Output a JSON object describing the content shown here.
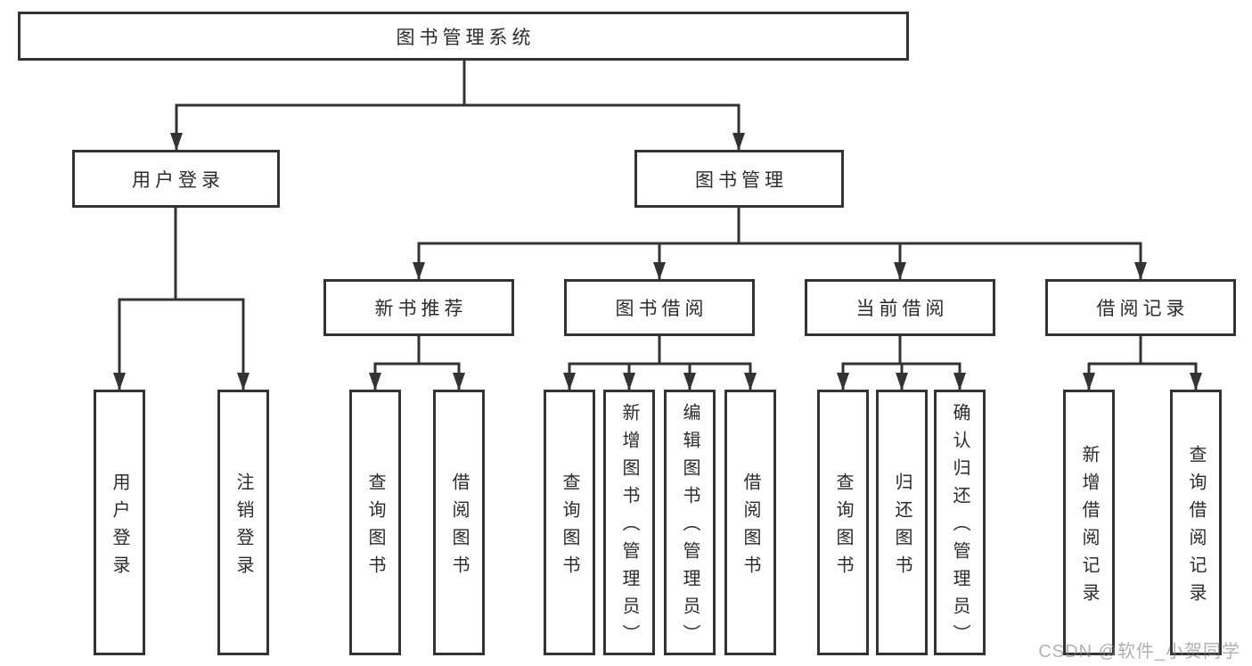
{
  "diagram": {
    "root": {
      "label": "图书管理系统"
    },
    "branches": [
      {
        "label": "用户登录",
        "children": [
          {
            "label": "用户登录"
          },
          {
            "label": "注销登录"
          }
        ]
      },
      {
        "label": "图书管理",
        "children": [
          {
            "label": "新书推荐",
            "children": [
              {
                "label": "查询图书"
              },
              {
                "label": "借阅图书"
              }
            ]
          },
          {
            "label": "图书借阅",
            "children": [
              {
                "label": "查询图书"
              },
              {
                "label": "新增图书（管理员）"
              },
              {
                "label": "编辑图书（管理员）"
              },
              {
                "label": "借阅图书"
              }
            ]
          },
          {
            "label": "当前借阅",
            "children": [
              {
                "label": "查询图书"
              },
              {
                "label": "归还图书"
              },
              {
                "label": "确认归还（管理员）"
              }
            ]
          },
          {
            "label": "借阅记录",
            "children": [
              {
                "label": "新增借阅记录"
              },
              {
                "label": "查询借阅记录"
              }
            ]
          }
        ]
      }
    ]
  },
  "watermark": {
    "text": "CSDN @软件_小贺同学"
  },
  "colors": {
    "line": "#333333",
    "box_border": "#333333",
    "text": "#2b2b2b",
    "watermark_text": "#808080",
    "background": "#ffffff"
  }
}
